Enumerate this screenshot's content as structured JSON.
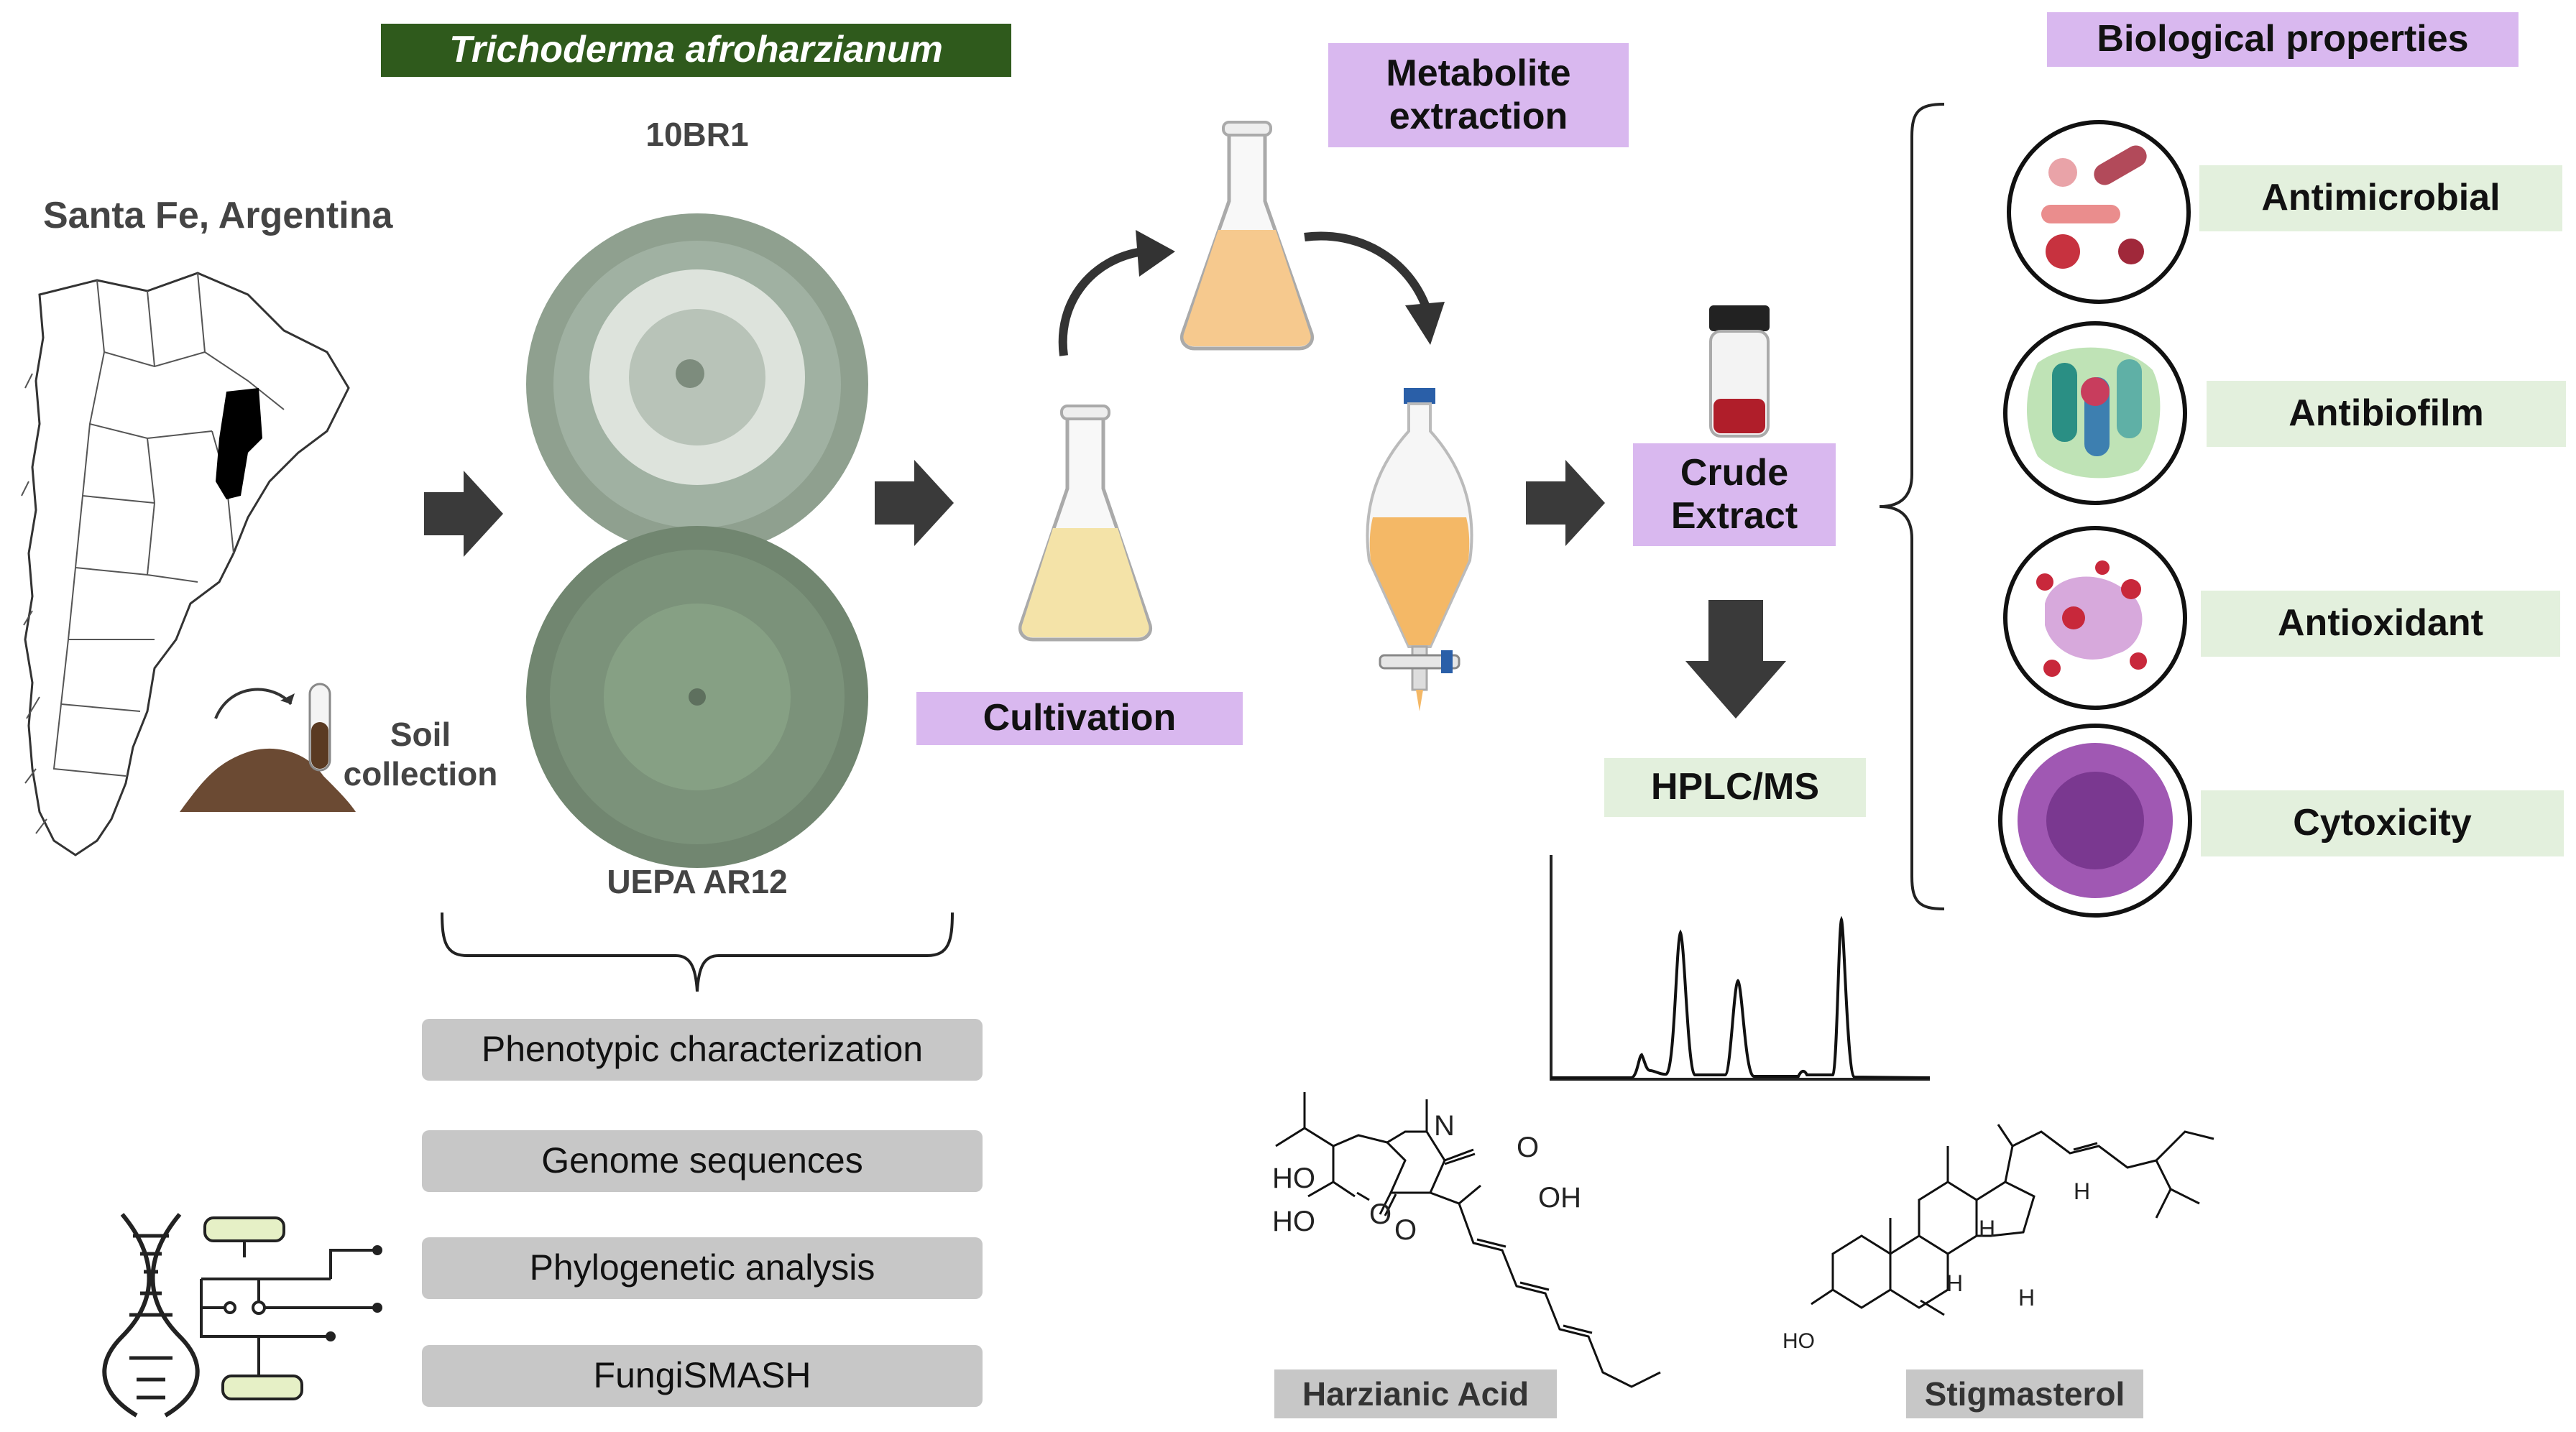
{
  "species_banner": "Trichoderma afroharzianum",
  "location": "Santa Fe, Argentina",
  "soil_collection": "Soil collection",
  "strains": [
    "10BR1",
    "UEPA AR12"
  ],
  "characterization": [
    "Phenotypic characterization",
    "Genome sequences",
    "Phylogenetic analysis",
    "FungiSMASH"
  ],
  "steps": {
    "cultivation": "Cultivation",
    "metabolite_extraction": "Metabolite extraction",
    "crude_extract": "Crude Extract",
    "hplc": "HPLC/MS"
  },
  "biological_properties": {
    "title": "Biological properties",
    "items": [
      "Antimicrobial",
      "Antibiofilm",
      "Antioxidant",
      "Cytoxicity"
    ]
  },
  "compounds": [
    "Harzianic Acid",
    "Stigmasterol"
  ],
  "harzianic_labels": [
    "N",
    "O",
    "HO",
    "HO",
    "O",
    "O",
    "OH"
  ],
  "stigmasterol_labels": [
    "H",
    "H",
    "H",
    "H",
    "HO"
  ],
  "colors": {
    "banner": "#2f5a1c",
    "purple": "#d9b8ef",
    "green": "#e3f0dd",
    "grey": "#c7c7c7",
    "arrow": "#3a3a3a"
  }
}
